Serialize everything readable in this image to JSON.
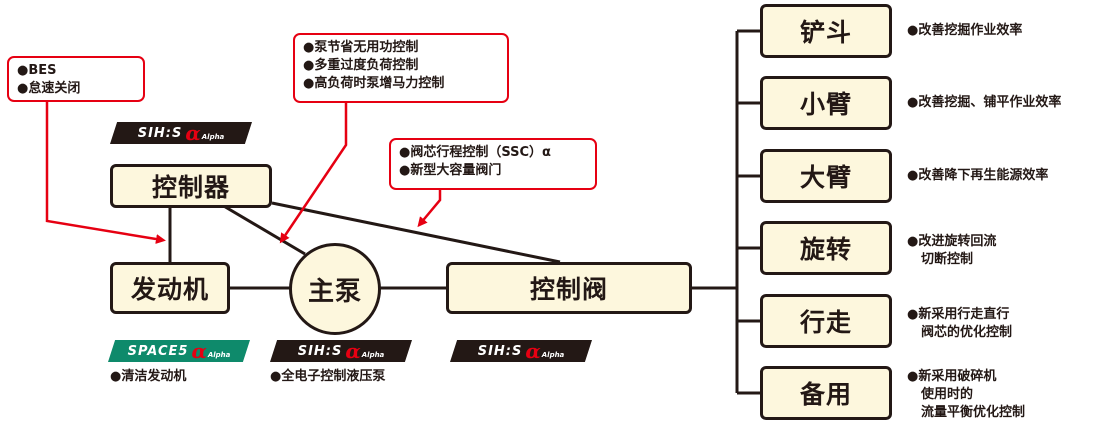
{
  "colors": {
    "accent": "#e60012",
    "box_fill": "#fdf7dd",
    "ink": "#231815",
    "space_badge": "#0e8a6b"
  },
  "bullet": "●",
  "nodes": {
    "controller": "控制器",
    "engine": "发动机",
    "main_pump": "主泵",
    "control_valve": "控制阀",
    "bucket": "铲斗",
    "arm": "小臂",
    "boom": "大臂",
    "swing": "旋转",
    "travel": "行走",
    "spare": "备用"
  },
  "callouts": {
    "engine": [
      "BES",
      "怠速关闭"
    ],
    "pump": [
      "泵节省无用功控制",
      "多重过度负荷控制",
      "高负荷时泵增马力控制"
    ],
    "valve": [
      "阀芯行程控制（SSC）α",
      "新型大容量阀门"
    ]
  },
  "badges": {
    "sihs_logo": "SIH:S",
    "space5_logo": "SPACE5",
    "alpha_symbol": "α",
    "alpha_word": "Alpha"
  },
  "badge_captions": {
    "engine": "清洁发动机",
    "pump": "全电子控制液压泵"
  },
  "notes": {
    "bucket": [
      "改善挖掘作业效率"
    ],
    "arm": [
      "改善挖掘、铺平作业效率"
    ],
    "boom": [
      "改善降下再生能源效率"
    ],
    "swing": [
      "改进旋转回流",
      "切断控制"
    ],
    "travel": [
      "新采用行走直行",
      "阀芯的优化控制"
    ],
    "spare": [
      "新采用破碎机",
      "使用时的",
      "流量平衡优化控制"
    ]
  }
}
